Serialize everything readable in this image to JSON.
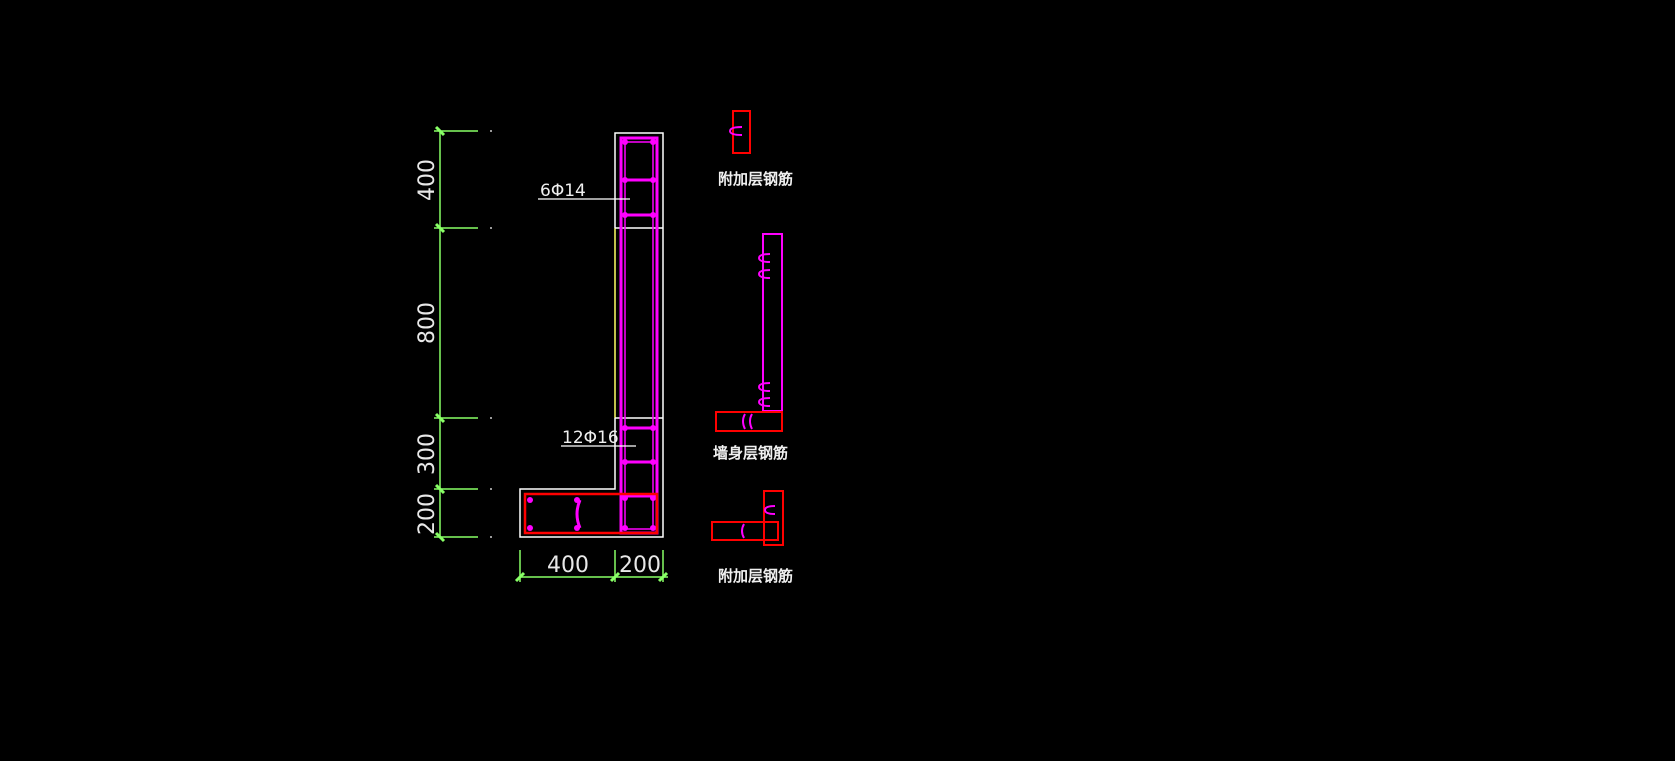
{
  "drawing": {
    "vertical_dimensions": [
      "400",
      "800",
      "300",
      "200"
    ],
    "horizontal_dimensions": [
      "400",
      "200"
    ],
    "rebar_labels": [
      "6Φ14",
      "12Φ16"
    ],
    "detail_labels": [
      "附加层钢筋",
      "墙身层钢筋",
      "附加层钢筋"
    ]
  },
  "colors": {
    "background": "#000000",
    "dimension": "#88ff66",
    "outline": "#ffffff",
    "outline_mid": "#ffff66",
    "stirrup_magenta": "#ff00ff",
    "stirrup_red": "#ff0000"
  }
}
